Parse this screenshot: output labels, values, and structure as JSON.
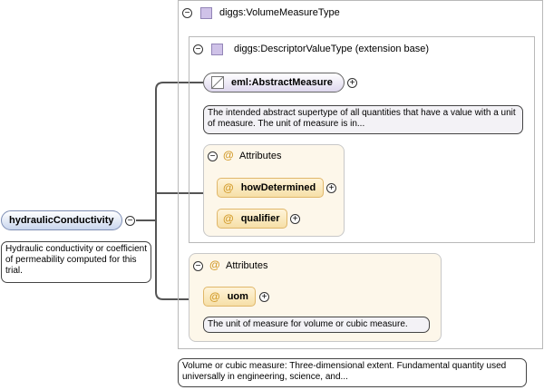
{
  "root": {
    "label": "hydraulicConductivity",
    "doc": "Hydraulic conductivity or coefficient of permeability computed for this trial."
  },
  "type_box": {
    "label": "diggs:VolumeMeasureType",
    "doc": "Volume or cubic measure: Three-dimensional extent. Fundamental quantity used universally in engineering, science, and..."
  },
  "base_box": {
    "label": "diggs:DescriptorValueType (extension base)"
  },
  "abstract_measure": {
    "label": "eml:AbstractMeasure",
    "doc": "The intended abstract supertype of all quantities that have a value with a unit of measure. The unit of measure is in..."
  },
  "attributes_inner": {
    "label": "Attributes",
    "items": [
      "howDetermined",
      "qualifier"
    ]
  },
  "attributes_outer": {
    "label": "Attributes",
    "items": [
      "uom"
    ],
    "doc": "The unit of measure for volume or cubic measure."
  },
  "symbols": {
    "collapse": "−",
    "expand": "+",
    "attribute": "@"
  },
  "colors": {
    "type_square": "#cfc2e8",
    "attribute_at": "#d39c2d",
    "root_fill": "#c9d6ee"
  }
}
